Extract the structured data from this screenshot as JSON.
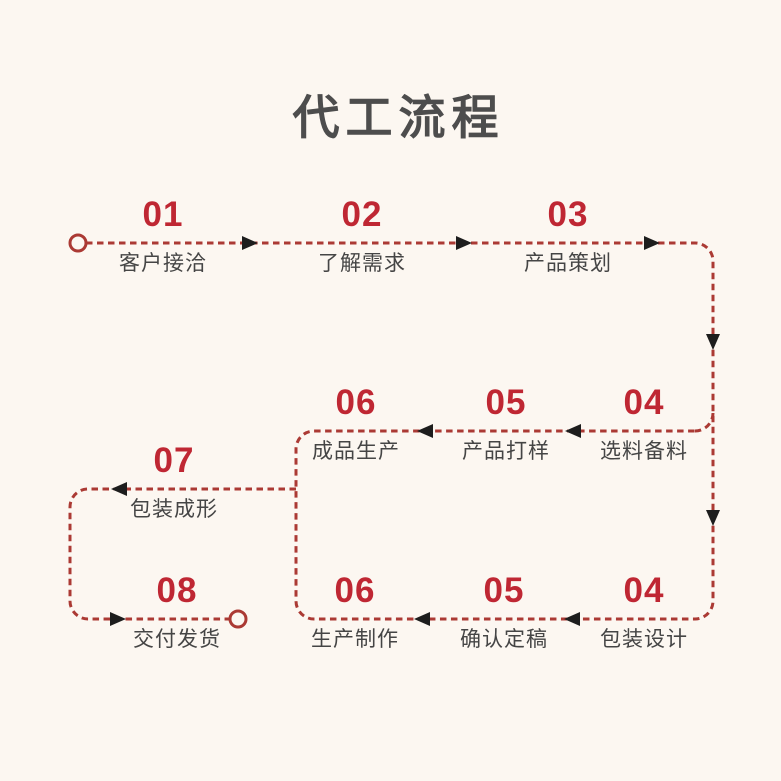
{
  "title": "代工流程",
  "colors": {
    "background": "#fcf7f1",
    "step_number": "#bf2733",
    "step_label": "#454545",
    "flow_line": "#ab3a34",
    "arrowhead": "#1d1d1d",
    "title_text": "#4d4d4d"
  },
  "flow": {
    "start_marker": "open-circle",
    "end_marker": "open-circle",
    "main_track": [
      {
        "num": "01",
        "label": "客户接洽"
      },
      {
        "num": "02",
        "label": "了解需求"
      },
      {
        "num": "03",
        "label": "产品策划"
      },
      {
        "num": "04",
        "label": "选料备料"
      },
      {
        "num": "05",
        "label": "产品打样"
      },
      {
        "num": "06",
        "label": "成品生产"
      },
      {
        "num": "07",
        "label": "包装成形"
      },
      {
        "num": "08",
        "label": "交付发货"
      }
    ],
    "packaging_track": [
      {
        "num": "04",
        "label": "包装设计"
      },
      {
        "num": "05",
        "label": "确认定稿"
      },
      {
        "num": "06",
        "label": "生产制作"
      }
    ]
  }
}
